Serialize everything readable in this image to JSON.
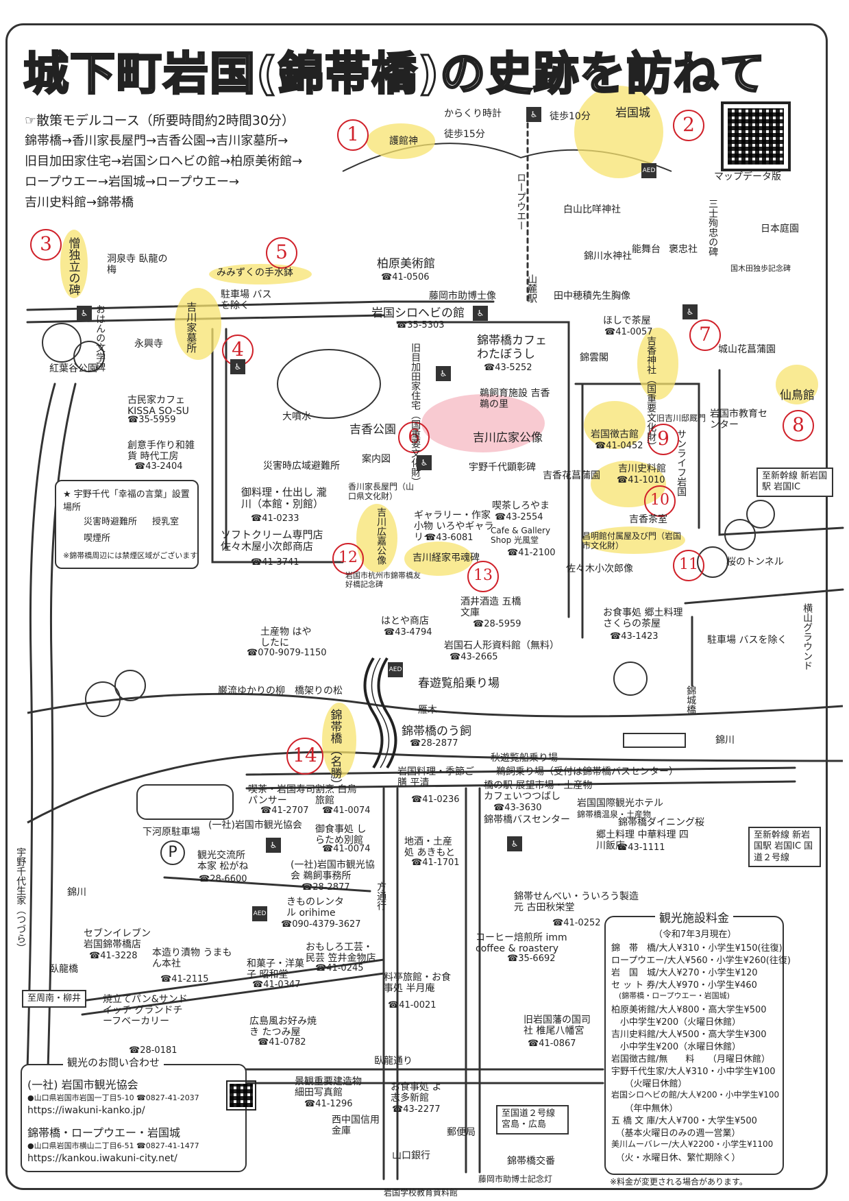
{
  "title": "城下町岩国(錦帯橋)の史跡を訪ねて",
  "course": {
    "heading": "☞散策モデルコース（所要時間約2時間30分）",
    "lines": [
      "錦帯橋→香川家長屋門→吉香公園→吉川家墓所→",
      "旧目加田家住宅→岩国シロヘビの館→柏原美術館→",
      "ロープウエー→岩国城→ロープウエー→",
      "吉川史料館→錦帯橋"
    ]
  },
  "qr_label": "マップデータ版",
  "top": {
    "karakuri": "からくり時計",
    "walk10": "徒歩10分",
    "walk15": "徒歩15分",
    "gokanjin": "護館神",
    "castle": "岩国城",
    "ropeway": "ロープウエー",
    "shirayama": "白山比咩神社",
    "nihonteien": "日本庭園",
    "nishiki_suijin": "錦川水神社",
    "nobutai": "能舞台",
    "hochusha": "褒忠社",
    "sanshiseichu": "三士殉忠の碑",
    "kunimoto": "国木田独歩記念碑",
    "fujioka_station": "山麓駅",
    "kashiwabara": "柏原美術館",
    "kashiwabara_tel": "☎41-0506",
    "fujioka_statue": "藤岡市助博士像",
    "tanaka": "田中穂積先生胸像",
    "hoshide": "ほしで茶屋",
    "hoshide_tel": "☎41-0057",
    "shirohebi": "岩国シロヘビの館",
    "shirohebi_tel": "☎35-5303",
    "cafe": "錦帯橋カフェ わたぼうし",
    "cafe_tel": "☎43-5252",
    "kinunkaku": "錦雲閣",
    "kikko_jinja": "吉香神社（国重要文化財）",
    "shiroyama_hanashobu": "城山花菖蒲園",
    "senrokan": "仙鳥館",
    "iwakuni_edu": "岩国市教育センター"
  },
  "left_area": {
    "sodokuritsu": "憎独立の碑",
    "tosenji": "洞泉寺 臥龍の梅",
    "mimizuku": "みみずくの手水鉢",
    "ohan": "おはんの文学碑",
    "kikkawa_bosho": "吉川家墓所",
    "parking": "駐車場 バスを除く",
    "eikoji": "永興寺",
    "momijidani": "紅葉谷公園",
    "kissa_name": "古民家カフェ KISSA SO-SU",
    "kissa_tel": "☎35-5959",
    "jidai_koubou": "創意手作り和雑貨 時代工房",
    "jidai_tel": "☎43-2404"
  },
  "center": {
    "ohunsui": "大噴水",
    "kikko_koen": "吉香公園",
    "meguta": "旧目加田家住宅（国重要文化財）",
    "ukai_shisetsu": "鵜飼育施設 吉香 鵜の里",
    "hiroie": "吉川広家公像",
    "saigai_hinan": "災害時広域避難所",
    "annaizu": "案内図",
    "uno_chiyo": "宇野千代顕彰碑",
    "chokokan": "岩国徴古館",
    "chokokan_tel": "☎41-0452",
    "kikkawa_shiryokan": "吉川史料館",
    "kikkawa_shiryokan_tel": "☎41-1010",
    "kikko_kaen": "吉香花菖蒲園",
    "kikkawa_monjo": "旧吉川邸厩門",
    "sunlife": "サンライフ岩国",
    "kikko_chashitsu": "吉香茶室",
    "shomeikan": "昌明館付属屋及び門（岩国市文化財）",
    "sasaki_kojiro": "佐々木小次郎像",
    "kagawa": "香川家長屋門（山口県文化財）",
    "gallery": "ギャラリー・作家小物 いろやギャラリー",
    "gallery_tel": "☎43-6081",
    "shiroyama": "喫茶しろやま",
    "shiroyama_tel": "☎43-2554",
    "cafe_gallery": "Cafe & Gallery Shop 光風堂",
    "cafe_gallery_tel": "☎41-2100",
    "kikkawa_tsunehiro": "吉川経家弔魂碑",
    "sakai": "酒井酒造 五橋文庫",
    "sakai_tel": "☎28-5959",
    "kikkawa_hiroyoshi": "吉川広嘉公像",
    "kori_friendship": "岩国市杭州市錦帯橋友好橋記念碑",
    "taki": "御料理・仕出し 瀧川（本館・別館）",
    "taki_tel": "☎41-0233",
    "sasaki_shop": "ソフトクリーム専門店 佐々木屋小次郎商店",
    "sasaki_tel": "☎41-3741",
    "hayashitani": "土産物 はやしたに",
    "hayashitani_tel": "☎070-9079-1150",
    "hadoya": "はとや商店",
    "hadoya_tel": "☎43-4794",
    "sekijin": "岩国石人形資料館（無料）",
    "sekijin_tel": "☎43-2665",
    "sakura": "お食事処 郷土料理 さくらの茶屋",
    "sakura_tel": "☎43-1423",
    "sakura_tunnel": "桜のトンネル",
    "parking2": "駐車場 バスを除く",
    "yokoyama_ground": "横山グラウンド"
  },
  "river": {
    "ganryu": "巌流ゆかりの柳",
    "hashiko_matsu": "橋架りの松",
    "spring_boat": "春遊覧船乗り場",
    "gangi": "雁木",
    "kintaikyo": "錦帯橋（名勝）",
    "ukai": "錦帯橋のう飼",
    "ukai_tel": "☎28-2877",
    "autumn_boat": "秋遊覧船乗り場",
    "ukai_boat": "鵜飼乗り場（受付は錦帯橋バスセンター）",
    "nishikigawa": "錦川",
    "nishikigawa2": "錦川",
    "kinjokyo": "錦城橋"
  },
  "south": {
    "hirasei": "岩国料理・季節ご膳 平清",
    "hirasei_tel": "☎41-0236",
    "pansa": "喫茶・岩国寿司 パンサー",
    "pansa_tel": "☎41-2707",
    "shirotori": "割烹 白鳥旅館",
    "shirotori_tel": "☎41-0074",
    "kanko_kyokai": "(一社)岩国市観光協会",
    "shiratame": "御食事処 しらため別館",
    "shiratame_tel": "☎41-0074",
    "ukai_office": "(一社)岩国市観光協会 鵜飼事務所",
    "ukai_office_tel": "☎28-2877",
    "hashi_eki": "橋の駅 展望市場・土産物 カフェいつつばし",
    "hashi_eki_tel": "☎43-3630",
    "bus_center": "錦帯橋バスセンター",
    "hotel": "岩国国際観光ホテル",
    "hotel_sub": "錦帯橋温泉・土産物",
    "dining": "錦帯橋ダイニング桜",
    "shimokawara": "下河原駐車場",
    "kanko_koryu": "観光交流所 本家 松がね",
    "kanko_koryu_tel": "☎28-6600",
    "kimono": "きものレンタル orihime",
    "kimono_tel": "☎090-4379-3627",
    "akimoto": "地酒・土産処 あきもと",
    "akimoto_tel": "☎41-1701",
    "shikawa": "郷土料理 中華料理 四川飯店",
    "shikawa_tel": "☎43-1111",
    "senbei": "錦帯せんべい・ういろう製造元 古田秋栄堂",
    "senbei_tel": "☎41-0252",
    "imm": "コーヒー焙煎所 imm coffee & roastery",
    "imm_tel": "☎35-6692",
    "seven": "セブンイレブン 岩国錦帯橋店",
    "seven_tel": "☎41-3228",
    "umakoya": "本造り漬物 うまもん本社",
    "umakoya_tel": "☎41-2115",
    "showado": "和菓子・洋菓子 昭和堂",
    "showado_tel": "☎41-0347",
    "kasaigoya": "おもしろ工芸・民芸 笠井金物店",
    "kasaigoya_tel": "☎41-0245",
    "hangetsuan": "料亭旅館・お食事処 半月庵",
    "hangetsuan_tel": "☎41-0021",
    "yawata": "旧岩国藩の国司社 椎尾八幡宮",
    "yawata_tel": "☎41-0867",
    "grand": "焼立てパン&サンドイッチ グランドチーフベーカリー",
    "grand_tel": "☎28-0181",
    "tatsumi": "広島風お好み焼き たつみ屋",
    "tatsumi_tel": "☎41-0782",
    "hosoda": "景観重要建造物 細田写真館",
    "hosoda_tel": "☎41-1296",
    "yoshishin": "お食事処 よ志多新館",
    "yoshishin_tel": "☎43-2277",
    "garyu": "臥龍通り",
    "nishichugoku": "西中国信用金庫",
    "yamaguchi": "山口銀行",
    "post": "郵便局",
    "fujioka_memorial": "藤岡市助博士記念灯",
    "gakko": "岩国学校教育資料館",
    "kintai_kosaten": "錦帯橋交番",
    "route2": "至国道２号線 宮島・広島",
    "kawanishi": "至周南・柳井",
    "hotoku": "方通行",
    "uno_seika": "宇野千代生家（つづら）",
    "nishikigawa3": "錦川",
    "garyu_bashi": "臥龍橋",
    "to_shinkansen": "至新幹線 新岩国駅 岩国IC",
    "to_shinkansen2": "至新幹線 新岩国駅 岩国IC 国道２号線"
  },
  "legend": {
    "title": "★ 宇野千代「幸福の言葉」設置場所",
    "items": [
      "災害時避難所",
      "授乳室",
      "喫煙所"
    ],
    "note": "※錦帯橋周辺には禁煙区域がございます"
  },
  "fees": {
    "title": "観光施設料金",
    "date": "（令和7年3月現在）",
    "rows": [
      "錦　帯　橋/大人¥310・小学生¥150(往復)",
      "ロープウエー/大人¥560・小学生¥260(往復)",
      "岩　国　城/大人¥270・小学生¥120",
      "セ ッ ト 券/大人¥970・小学生¥460",
      "　(錦帯橋・ロープウエー・岩国城)",
      "柏原美術館/大人¥800・高大学生¥500",
      "　小中学生¥200（火曜日休館）",
      "吉川史料館/大人¥500・高大学生¥300",
      "　小中学生¥200（水曜日休館）",
      "岩国徴古館/無　　料　　（月曜日休館）",
      "宇野千代生家/大人¥310・小中学生¥100",
      "　　（火曜日休館）",
      "岩国シロヘビの館/大人¥200・小中学生¥100",
      "　　（年中無休）",
      "五 橋 文 庫/大人¥700・大学生¥500",
      "　（基本火曜日のみの週一営業）",
      "美川ムーバレー/大人¥2200・小学生¥1100",
      "　（火・水曜日休、繁忙期除く）"
    ],
    "note": "※料金が変更される場合があります。"
  },
  "contact": {
    "title": "観光のお問い合わせ",
    "org1": "(一社) 岩国市観光協会",
    "addr1": "●山口県岩国市岩国一丁目5-10 ☎0827-41-2037",
    "url1": "https://iwakuni-kanko.jp/",
    "org2": "錦帯橋・ロープウエー・岩国城",
    "addr2": "●山口県岩国市横山二丁目6-51 ☎0827-41-1477",
    "url2": "https://kankou.iwakuni-city.net/"
  },
  "numbers": [
    "1",
    "2",
    "3",
    "4",
    "5",
    "6",
    "7",
    "8",
    "9",
    "10",
    "11",
    "12",
    "13",
    "14"
  ],
  "colors": {
    "highlight": "#f7e36f",
    "pink": "#f3a6b3",
    "number": "#d0212a",
    "line": "#333333"
  }
}
